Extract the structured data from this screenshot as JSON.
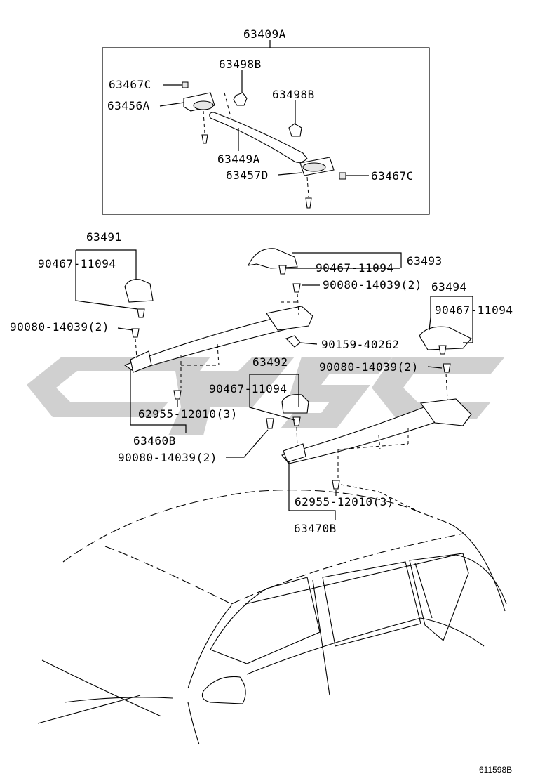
{
  "labels": {
    "p63409A": "63409A",
    "p63498B_1": "63498B",
    "p63467C_1": "63467C",
    "p63456A": "63456A",
    "p63498B_2": "63498B",
    "p63449A": "63449A",
    "p63457D": "63457D",
    "p63467C_2": "63467C",
    "p63491": "63491",
    "p90467_1": "90467-11094",
    "p90080_1": "90080-14039(2)",
    "p63493": "63493",
    "p90467_2": "90467-11094",
    "p90080_2": "90080-14039(2)",
    "p63494": "63494",
    "p90467_3": "90467-11094",
    "p90159": "90159-40262",
    "p63492": "63492",
    "p90080_3": "90080-14039(2)",
    "p90467_4": "90467-11094",
    "p62955_1": "62955-12010(3)",
    "p63460B": "63460B",
    "p90080_4": "90080-14039(2)",
    "p62955_2": "62955-12010(3)",
    "p63470B": "63470B"
  },
  "diagram_code": "611598B"
}
